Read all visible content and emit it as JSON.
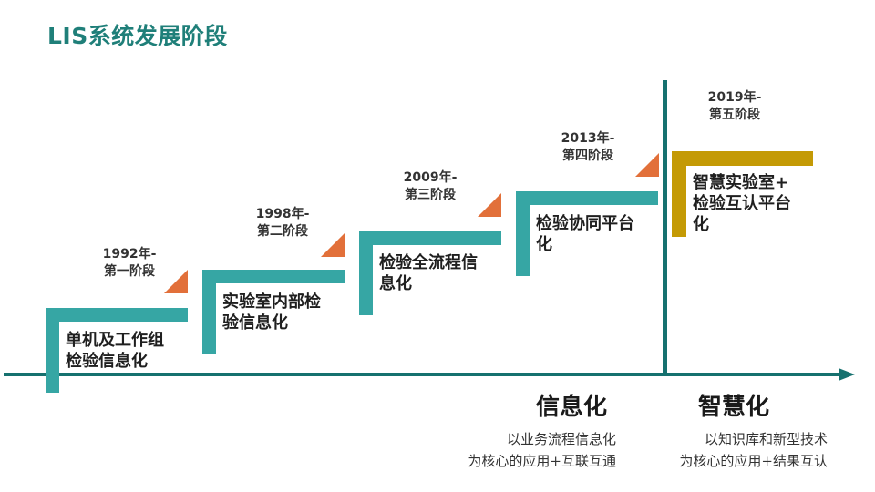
{
  "title": "LIS系统发展阶段",
  "stages": [
    {
      "year": "1992年-",
      "stage": "第一阶段",
      "name_line1": "单机及工作组",
      "name_line2": "检验信息化"
    },
    {
      "year": "1998年-",
      "stage": "第二阶段",
      "name_line1": "实验室内部检",
      "name_line2": "验信息化"
    },
    {
      "year": "2009年-",
      "stage": "第三阶段",
      "name_line1": "检验全流程信",
      "name_line2": "息化"
    },
    {
      "year": "2013年-",
      "stage": "第四阶段",
      "name_line1": "检验协同平台",
      "name_line2": "化"
    },
    {
      "year": "2019年-",
      "stage": "第五阶段",
      "name_line1": "智慧实验室+",
      "name_line2": "检验互认平台",
      "name_line3": "化"
    }
  ],
  "eras": [
    {
      "title": "信息化",
      "desc_line1": "以业务流程信息化",
      "desc_line2": "为核心的应用+互联互通"
    },
    {
      "title": "智慧化",
      "desc_line1": "以知识库和新型技术",
      "desc_line2": "为核心的应用+结果互认"
    }
  ],
  "colors": {
    "title": "#1f7f79",
    "step": "#36a6a4",
    "triangle": "#e2703a",
    "axis": "#16716f",
    "stage5": "#c49a05"
  }
}
